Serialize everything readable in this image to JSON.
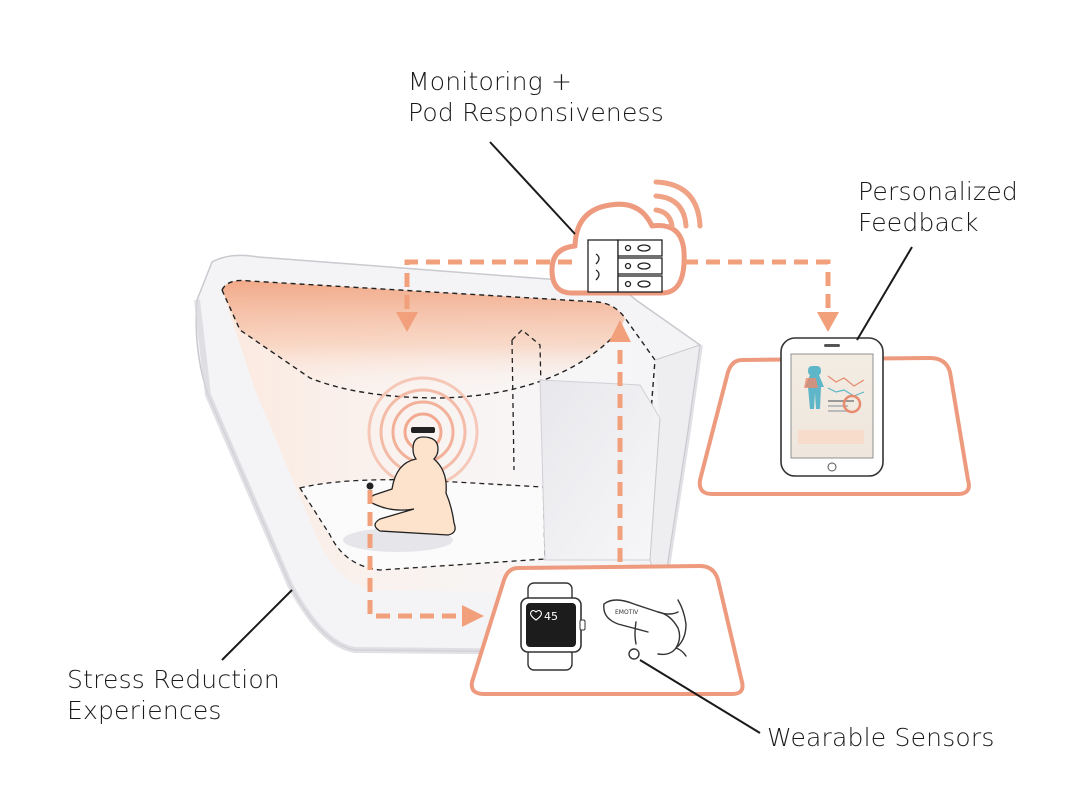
{
  "labels": {
    "monitoring": [
      "Monitoring +",
      "Pod Responsiveness"
    ],
    "feedback": [
      "Personalized",
      "Feedback"
    ],
    "stress": [
      "Stress Reduction",
      "Experiences"
    ],
    "sensors": "Wearable Sensors"
  },
  "watch_display": "45",
  "headset_brand": "EMOTIV",
  "colors": {
    "accent": "#f2a07b",
    "accent_deep": "#e8876a",
    "glow": "#f7b99a",
    "outline": "#1f1f1f"
  }
}
